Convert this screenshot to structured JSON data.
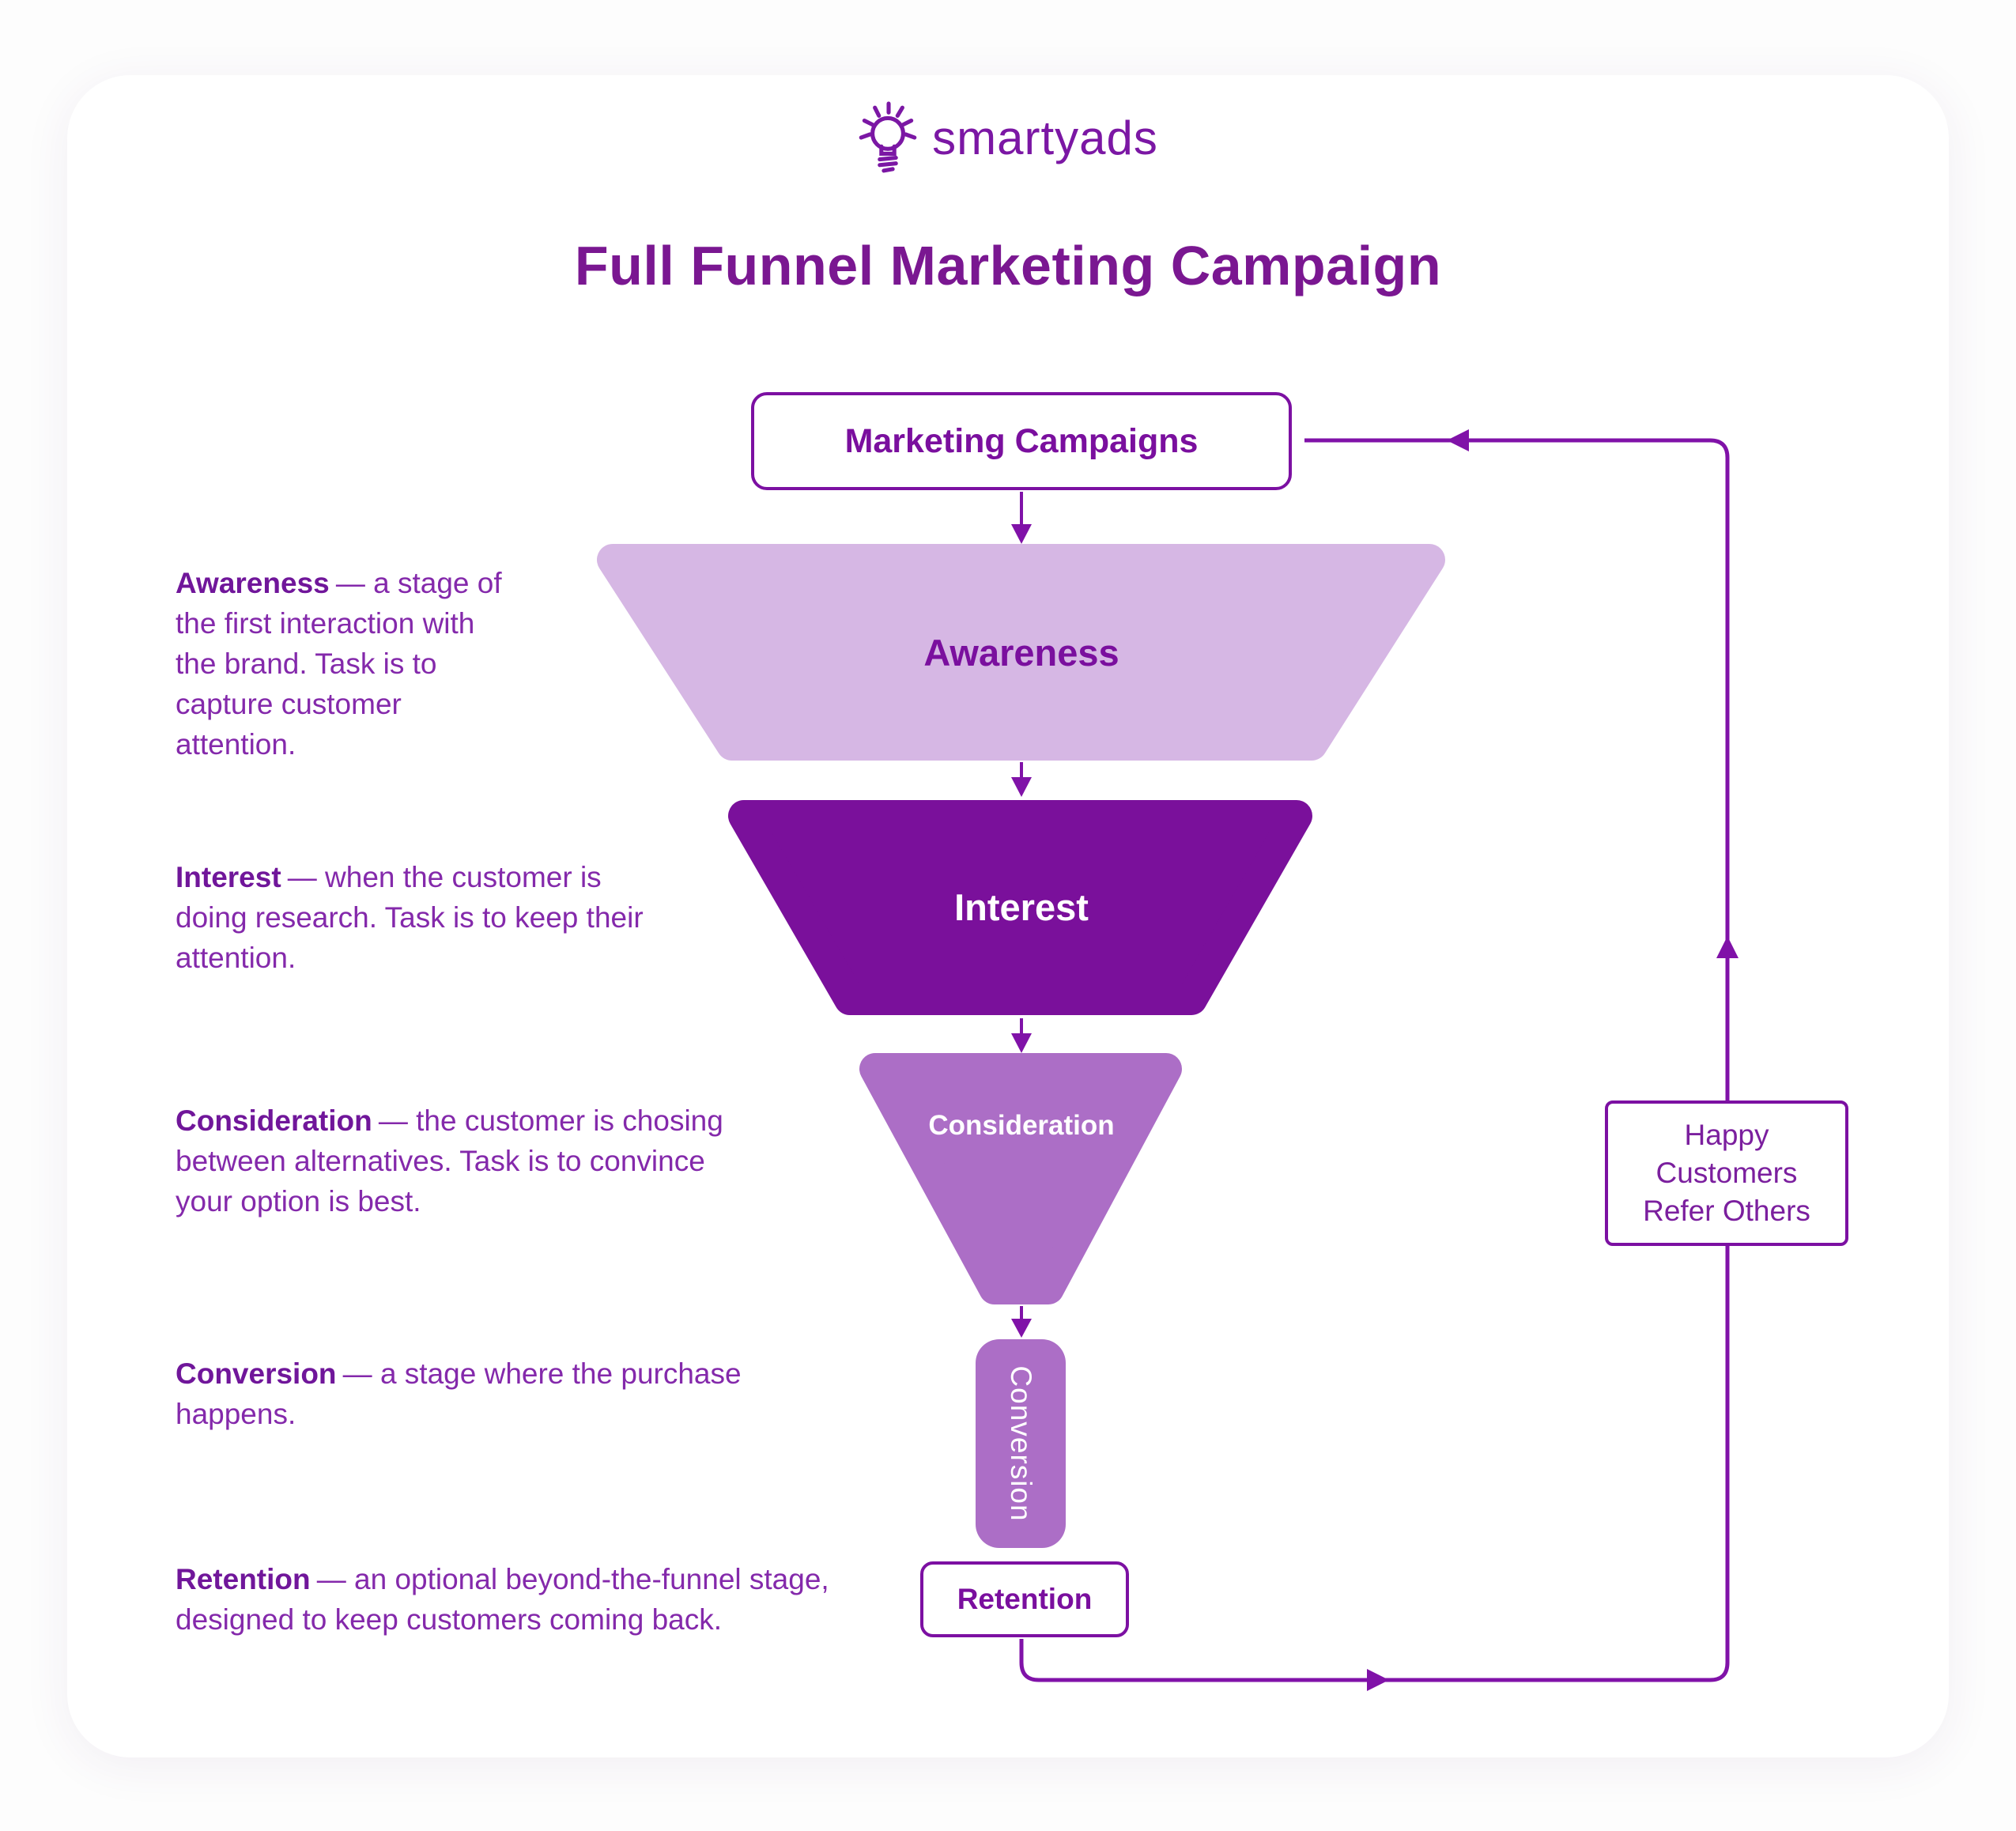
{
  "logo": {
    "text": "smartyads"
  },
  "title": "Full Funnel Marketing Campaign",
  "flow": {
    "campaigns_label": "Marketing Campaigns",
    "referral": {
      "lines": [
        "Happy",
        "Customers",
        "Refer Others"
      ]
    }
  },
  "funnel": {
    "stages": [
      {
        "label": "Awareness",
        "color": "#d6b7e4",
        "text_color": "#7a0f9e"
      },
      {
        "label": "Interest",
        "color": "#7a109b",
        "text_color": "#ffffff"
      },
      {
        "label": "Consideration",
        "color": "#ac6ec6",
        "text_color": "#ffffff"
      },
      {
        "label": "Conversion",
        "color": "#ac6ec6",
        "text_color": "#ffffff"
      }
    ],
    "retention_label": "Retention"
  },
  "descriptions": [
    {
      "term": "Awareness",
      "text": "— a stage of the first interaction with the brand. Task is to capture customer attention."
    },
    {
      "term": "Interest",
      "text": "— when the customer is doing research. Task is to keep their attention."
    },
    {
      "term": "Consideration",
      "text": "— the customer is chosing between alternatives. Task is to convince your option is best."
    },
    {
      "term": "Conversion",
      "text": "—  a stage where the purchase happens."
    },
    {
      "term": "Retention",
      "text": "—  an optional beyond-the-funnel stage, designed to keep customers coming back."
    }
  ],
  "colors": {
    "background": "#fdfdfd",
    "card": "#ffffff",
    "line": "#8012a8",
    "box_border": "#7c10a2",
    "title": "#7a1791",
    "logo": "#7b17a4",
    "description_text": "#8429ab",
    "description_term": "#70169a",
    "stage_light": "#d6b7e4",
    "stage_dark": "#7a109b",
    "stage_medium": "#ac6ec6"
  }
}
